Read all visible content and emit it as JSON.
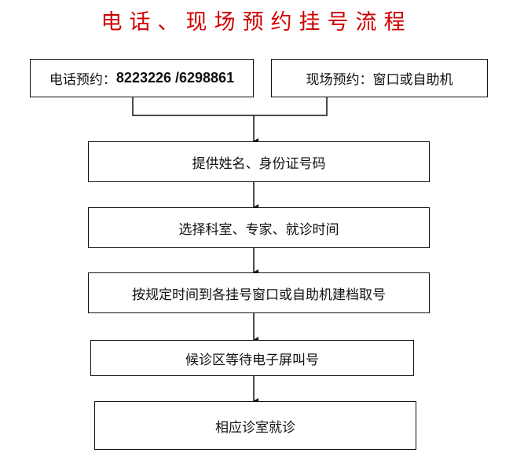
{
  "title": "电话、现场预约挂号流程",
  "phone_box": {
    "label": "电话预约：",
    "numbers": "8223226 /6298861"
  },
  "onsite_box": {
    "label": "现场预约：窗口或自助机"
  },
  "steps": [
    "提供姓名、身份证号码",
    "选择科室、专家、就诊时间",
    "按规定时间到各挂号窗口或自助机建档取号",
    "候诊区等待电子屏叫号",
    "相应诊室就诊"
  ]
}
